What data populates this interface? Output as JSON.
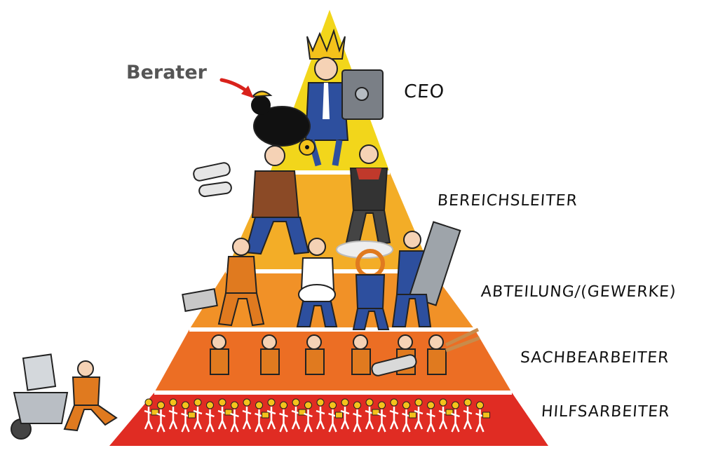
{
  "pyramid": {
    "levels": [
      {
        "label": "CEO",
        "color": "#f2d61b"
      },
      {
        "label": "BEREICHSLEITER",
        "color": "#f3ad27"
      },
      {
        "label": "ABTEILUNG/(GEWERKE)",
        "color": "#f19127"
      },
      {
        "label": "SACHBEARBEITER",
        "color": "#ec6e24"
      },
      {
        "label": "HILFSARBEITER",
        "color": "#e02c23"
      }
    ]
  },
  "callout": {
    "label": "Berater",
    "arrow_color": "#d9221b"
  }
}
